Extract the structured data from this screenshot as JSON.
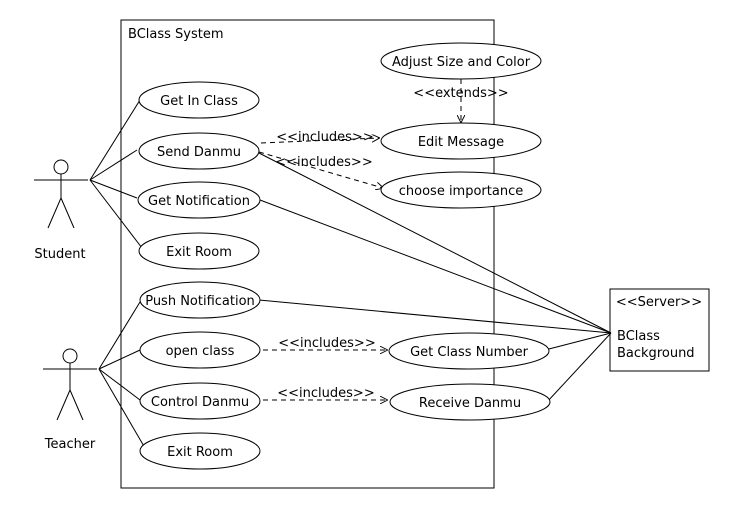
{
  "system": {
    "title": "BClass System"
  },
  "actors": {
    "student": "Student",
    "teacher": "Teacher"
  },
  "server": {
    "stereotype": "<<Server>>",
    "name_line1": "BClass",
    "name_line2": "Background"
  },
  "use_cases": {
    "get_in_class": "Get In Class",
    "send_danmu": "Send Danmu",
    "get_notification": "Get Notification",
    "exit_room_student": "Exit Room",
    "push_notification": "Push Notification",
    "open_class": "open class",
    "control_danmu": "Control Danmu",
    "exit_room_teacher": "Exit Room",
    "adjust_size_color": "Adjust Size and Color",
    "edit_message": "Edit Message",
    "choose_importance": "choose importance",
    "get_class_number": "Get Class Number",
    "receive_danmu": "Receive Danmu"
  },
  "relations": {
    "extends": "<<extends>>",
    "includes_send_edit": "<<includes>>",
    "includes_send_importance": "<<includes>>",
    "includes_open_class": "<<includes>>",
    "includes_control": "<<includes>>"
  }
}
